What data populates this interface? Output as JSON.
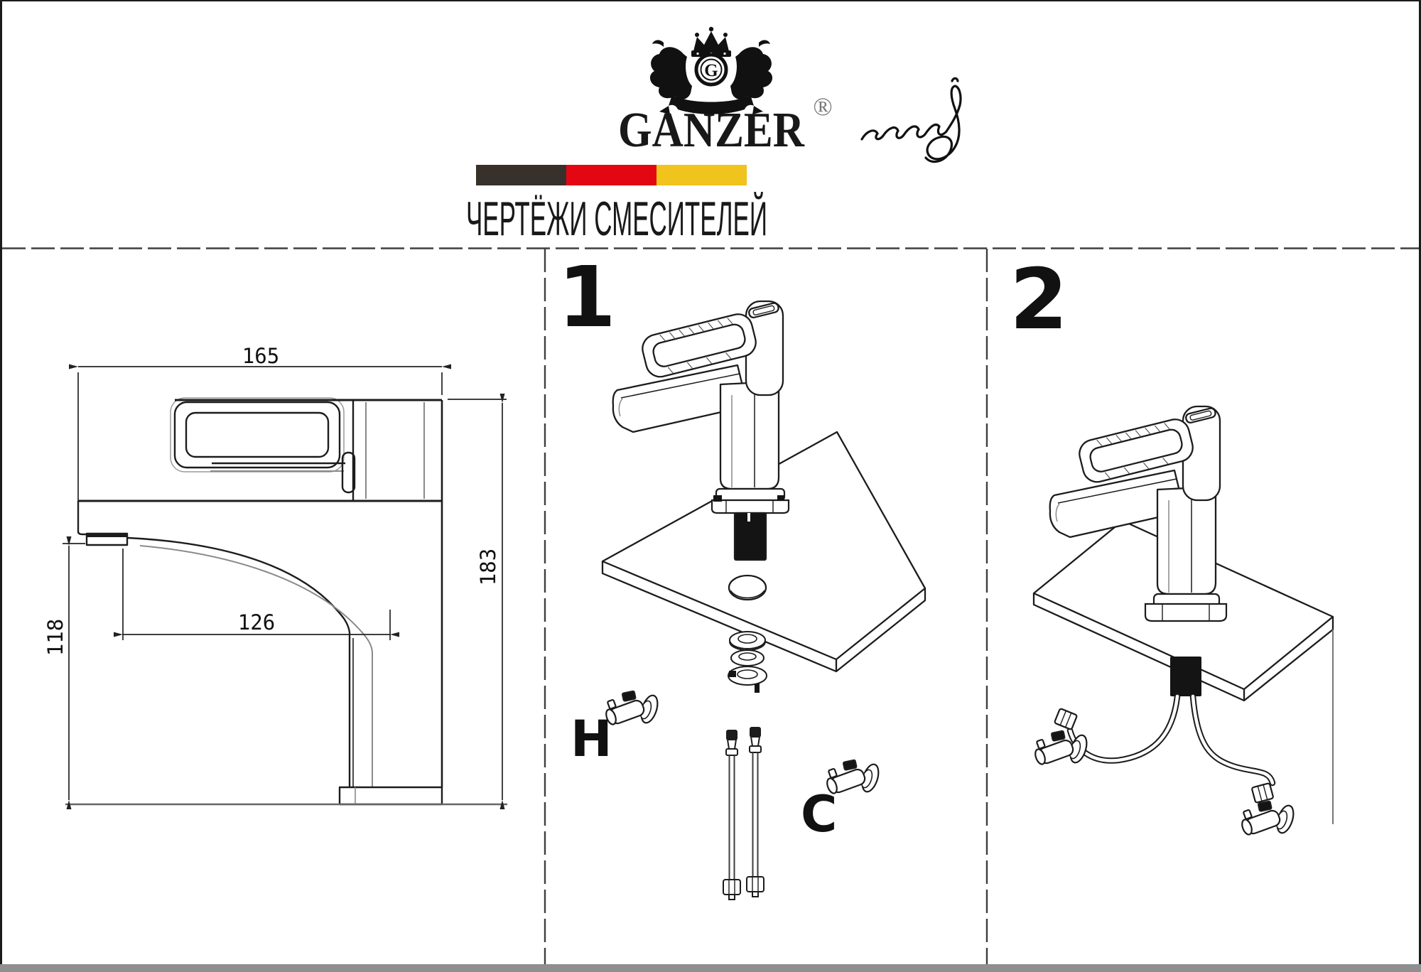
{
  "header": {
    "brand": "GANZER",
    "registered": "®",
    "monogram": "G",
    "title": "ЧЕРТЁЖИ СМЕСИТЕЛЕЙ",
    "flag": {
      "dark": "#37302b",
      "red": "#e30613",
      "yellow": "#f1c31d"
    }
  },
  "drawing": {
    "dim_width_top": "165",
    "dim_height_total": "183",
    "dim_height_spout": "118",
    "dim_reach_spout": "126"
  },
  "steps": {
    "step1": "1",
    "step2": "2"
  },
  "labels": {
    "hot": "H",
    "cold": "C"
  }
}
